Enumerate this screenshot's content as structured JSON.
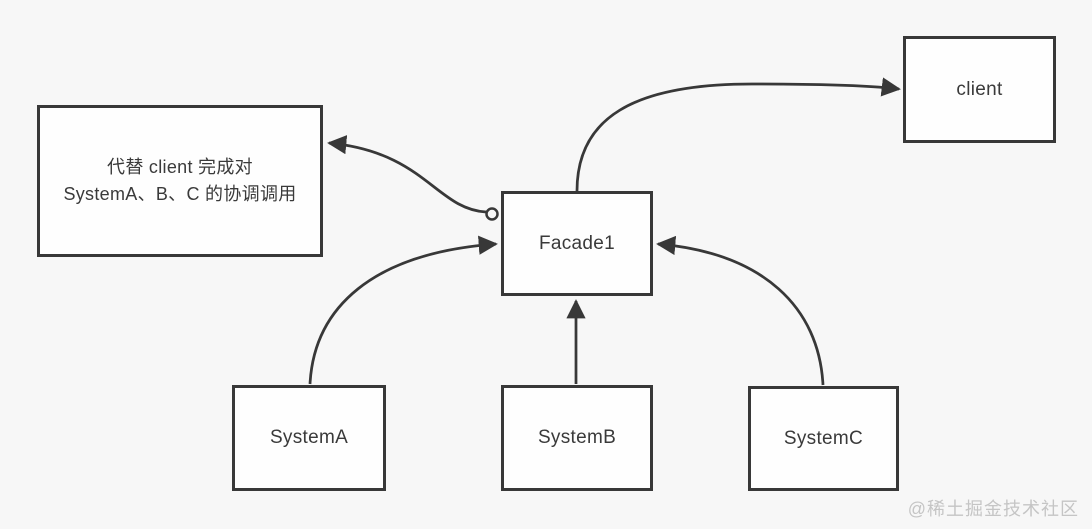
{
  "nodes": {
    "note": {
      "lines": [
        "代替 client 完成对",
        "SystemA、B、C 的协调调用"
      ]
    },
    "client": {
      "label": "client"
    },
    "facade": {
      "label": "Facade1"
    },
    "systemA": {
      "label": "SystemA"
    },
    "systemB": {
      "label": "SystemB"
    },
    "systemC": {
      "label": "SystemC"
    }
  },
  "edges": [
    {
      "from": "Facade1",
      "to": "client",
      "type": "curved-arrow"
    },
    {
      "from": "Facade1",
      "to": "note",
      "type": "annotation-arrow-with-open-circle"
    },
    {
      "from": "SystemA",
      "to": "Facade1",
      "type": "curved-arrow"
    },
    {
      "from": "SystemB",
      "to": "Facade1",
      "type": "straight-arrow"
    },
    {
      "from": "SystemC",
      "to": "Facade1",
      "type": "curved-arrow"
    }
  ],
  "watermark": "@稀土掘金技术社区",
  "colors": {
    "background": "#f7f7f7",
    "box_fill": "#fefefe",
    "box_border": "#383838",
    "line": "#383838",
    "text": "#3a3a3a",
    "watermark": "#c5c5c5"
  }
}
